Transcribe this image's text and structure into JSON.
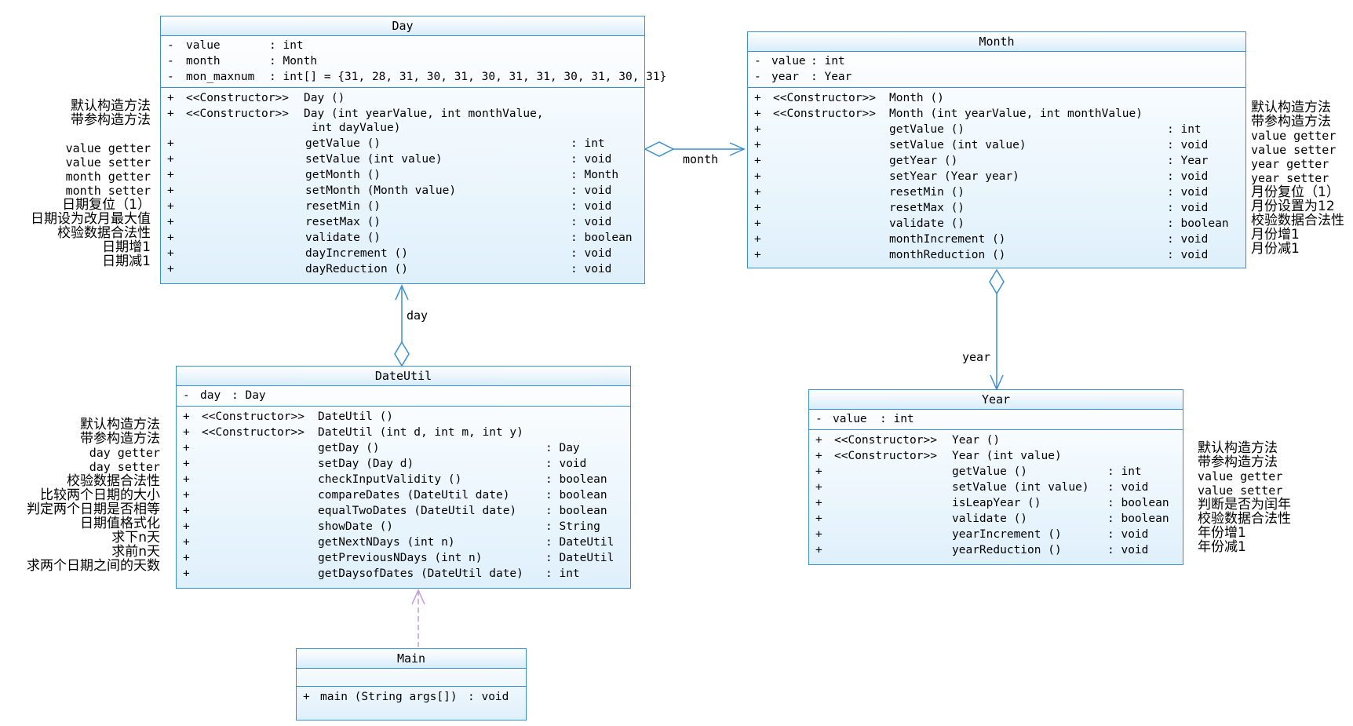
{
  "classes": {
    "day": {
      "name": "Day",
      "attributes": [
        {
          "vis": "-",
          "name": "value",
          "type": ": int"
        },
        {
          "vis": "-",
          "name": "month",
          "type": ": Month"
        },
        {
          "vis": "-",
          "name": "mon_maxnum",
          "type": ": int[]  = {31, 28, 31, 30, 31, 30, 31, 31, 30, 31, 30, 31}"
        }
      ],
      "constructors": [
        {
          "vis": "+",
          "stereo": "<<Constructor>>",
          "sig": "Day ()"
        },
        {
          "vis": "+",
          "stereo": "<<Constructor>>",
          "sig": "Day (int yearValue, int monthValue,",
          "sig2": "int dayValue)"
        }
      ],
      "methods": [
        {
          "vis": "+",
          "sig": "getValue ()",
          "ret": ": int"
        },
        {
          "vis": "+",
          "sig": "setValue (int value)",
          "ret": ": void"
        },
        {
          "vis": "+",
          "sig": "getMonth ()",
          "ret": ": Month"
        },
        {
          "vis": "+",
          "sig": "setMonth (Month value)",
          "ret": ": void"
        },
        {
          "vis": "+",
          "sig": "resetMin ()",
          "ret": ": void"
        },
        {
          "vis": "+",
          "sig": "resetMax ()",
          "ret": ": void"
        },
        {
          "vis": "+",
          "sig": "validate ()",
          "ret": ": boolean"
        },
        {
          "vis": "+",
          "sig": "dayIncrement ()",
          "ret": ": void"
        },
        {
          "vis": "+",
          "sig": "dayReduction ()",
          "ret": ": void"
        }
      ]
    },
    "month": {
      "name": "Month",
      "attributes": [
        {
          "vis": "-",
          "name": "value",
          "type": ": int"
        },
        {
          "vis": "-",
          "name": "year",
          "type": ": Year"
        }
      ],
      "constructors": [
        {
          "vis": "+",
          "stereo": "<<Constructor>>",
          "sig": "Month ()"
        },
        {
          "vis": "+",
          "stereo": "<<Constructor>>",
          "sig": "Month (int yearValue, int monthValue)"
        }
      ],
      "methods": [
        {
          "vis": "+",
          "sig": "getValue ()",
          "ret": ": int"
        },
        {
          "vis": "+",
          "sig": "setValue (int value)",
          "ret": ": void"
        },
        {
          "vis": "+",
          "sig": "getYear ()",
          "ret": ": Year"
        },
        {
          "vis": "+",
          "sig": "setYear (Year year)",
          "ret": ": void"
        },
        {
          "vis": "+",
          "sig": "resetMin ()",
          "ret": ": void"
        },
        {
          "vis": "+",
          "sig": "resetMax ()",
          "ret": ": void"
        },
        {
          "vis": "+",
          "sig": "validate ()",
          "ret": ": boolean"
        },
        {
          "vis": "+",
          "sig": "monthIncrement ()",
          "ret": ": void"
        },
        {
          "vis": "+",
          "sig": "monthReduction ()",
          "ret": ": void"
        }
      ]
    },
    "dateutil": {
      "name": "DateUtil",
      "attributes": [
        {
          "vis": "-",
          "name": "day",
          "type": ": Day"
        }
      ],
      "constructors": [
        {
          "vis": "+",
          "stereo": "<<Constructor>>",
          "sig": "DateUtil ()"
        },
        {
          "vis": "+",
          "stereo": "<<Constructor>>",
          "sig": "DateUtil (int d, int m, int y)"
        }
      ],
      "methods": [
        {
          "vis": "+",
          "sig": "getDay ()",
          "ret": ": Day"
        },
        {
          "vis": "+",
          "sig": "setDay (Day d)",
          "ret": ": void"
        },
        {
          "vis": "+",
          "sig": "checkInputValidity ()",
          "ret": ": boolean"
        },
        {
          "vis": "+",
          "sig": "compareDates (DateUtil date)",
          "ret": ": boolean"
        },
        {
          "vis": "+",
          "sig": "equalTwoDates (DateUtil date)",
          "ret": ": boolean"
        },
        {
          "vis": "+",
          "sig": "showDate ()",
          "ret": ": String"
        },
        {
          "vis": "+",
          "sig": "getNextNDays (int n)",
          "ret": ": DateUtil"
        },
        {
          "vis": "+",
          "sig": "getPreviousNDays (int n)",
          "ret": ": DateUtil"
        },
        {
          "vis": "+",
          "sig": "getDaysofDates (DateUtil date)",
          "ret": ": int"
        }
      ]
    },
    "year": {
      "name": "Year",
      "attributes": [
        {
          "vis": "-",
          "name": "value",
          "type": ": int"
        }
      ],
      "constructors": [
        {
          "vis": "+",
          "stereo": "<<Constructor>>",
          "sig": "Year ()"
        },
        {
          "vis": "+",
          "stereo": "<<Constructor>>",
          "sig": "Year (int value)"
        }
      ],
      "methods": [
        {
          "vis": "+",
          "sig": "getValue ()",
          "ret": ": int"
        },
        {
          "vis": "+",
          "sig": "setValue (int value)",
          "ret": ": void"
        },
        {
          "vis": "+",
          "sig": "isLeapYear ()",
          "ret": ": boolean"
        },
        {
          "vis": "+",
          "sig": "validate ()",
          "ret": ": boolean"
        },
        {
          "vis": "+",
          "sig": "yearIncrement ()",
          "ret": ": void"
        },
        {
          "vis": "+",
          "sig": "yearReduction ()",
          "ret": ": void"
        }
      ]
    },
    "main": {
      "name": "Main",
      "methods": [
        {
          "vis": "+",
          "sig": "main (String args[])",
          "ret": ": void"
        }
      ]
    }
  },
  "edge_labels": {
    "day_month": "month",
    "dateutil_day": "day",
    "month_year": "year"
  },
  "notes": {
    "day": [
      "默认构造方法",
      "带参构造方法",
      "",
      "value getter",
      "value setter",
      "month getter",
      "month setter",
      "日期复位（1）",
      "日期设为改月最大值",
      "校验数据合法性",
      "日期增1",
      "日期减1"
    ],
    "month": [
      "默认构造方法",
      "带参构造方法",
      "value getter",
      "value setter",
      "year getter",
      "year setter",
      "月份复位（1）",
      "月份设置为12",
      "校验数据合法性",
      "月份增1",
      "月份减1"
    ],
    "dateutil": [
      "默认构造方法",
      "带参构造方法",
      "day getter",
      "day setter",
      "校验数据合法性",
      "比较两个日期的大小",
      "判定两个日期是否相等",
      "日期值格式化",
      "求下n天",
      "求前n天",
      "求两个日期之间的天数"
    ],
    "year": [
      "默认构造方法",
      "带参构造方法",
      "value getter",
      "value setter",
      "判断是否为闰年",
      "校验数据合法性",
      "年份增1",
      "年份减1"
    ]
  },
  "colors": {
    "border": "#3a8fd0",
    "fill_top": "#ffffff",
    "fill_bottom": "#dff0fb",
    "link": "#3a8fd0",
    "dependency": "#c49ad8"
  }
}
